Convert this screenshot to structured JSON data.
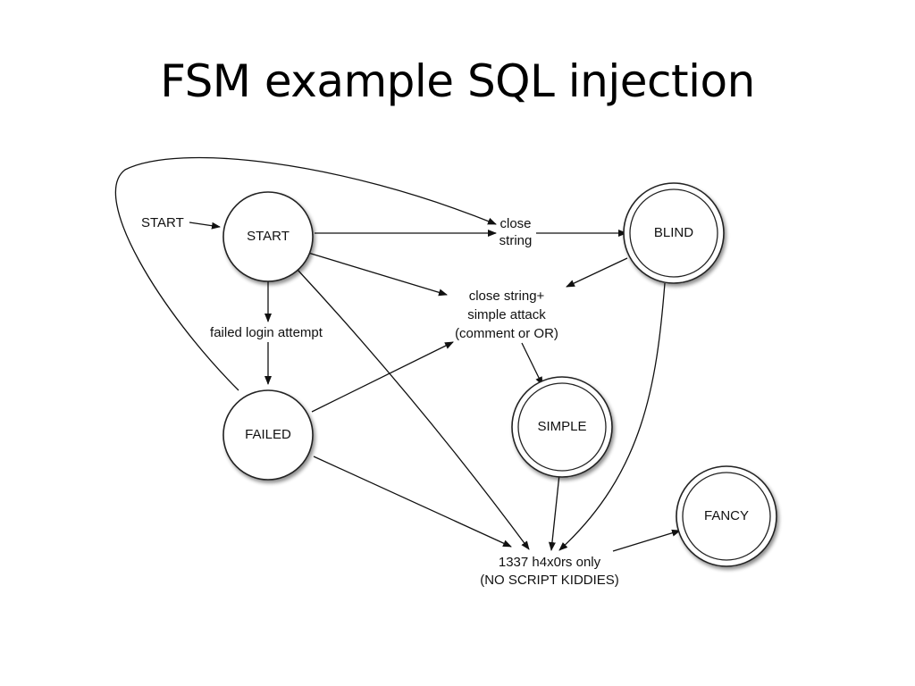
{
  "title": "FSM example SQL injection",
  "states": [
    {
      "id": "start",
      "label": "START"
    },
    {
      "id": "failed",
      "label": "FAILED"
    },
    {
      "id": "blind",
      "label": "BLIND"
    },
    {
      "id": "simple",
      "label": "SIMPLE"
    },
    {
      "id": "fancy",
      "label": "FANCY"
    }
  ],
  "labels": {
    "start_arrow": "START",
    "close_string": [
      "close",
      "string"
    ],
    "failed_login": "failed login attempt",
    "simple_attack": [
      "close string+",
      "simple attack",
      "(comment or OR)"
    ],
    "leet": [
      "1337 h4x0rs only",
      "(NO SCRIPT KIDDIES)"
    ]
  }
}
